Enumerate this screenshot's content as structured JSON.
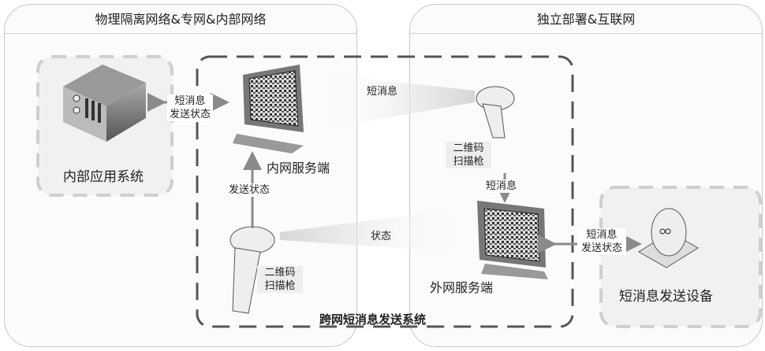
{
  "zones": {
    "left_title": "物理隔离网络&专网&内部网络",
    "right_title": "独立部署&互联网"
  },
  "system_label": "跨网短消息发送系统",
  "nodes": {
    "internal_app": "内部应用系统",
    "inner_server": "内网服务端",
    "outer_server": "外网服务端",
    "sms_device": "短消息发送设备",
    "scanner_top": [
      "二维码",
      "扫描枪"
    ],
    "scanner_bottom": [
      "二维码",
      "扫描枪"
    ]
  },
  "edges": {
    "app_inner": [
      "短消息",
      "发送状态"
    ],
    "inner_to_scanner": "短消息",
    "scanner_to_outer": "短消息",
    "outer_to_scanner": "状态",
    "scanner_to_inner": "发送状态",
    "outer_device": [
      "短消息",
      "发送状态"
    ]
  },
  "colors": {
    "dark_dash": "#555555",
    "light_dash": "#cfcfcf",
    "arrow": "#8a8a8a"
  }
}
